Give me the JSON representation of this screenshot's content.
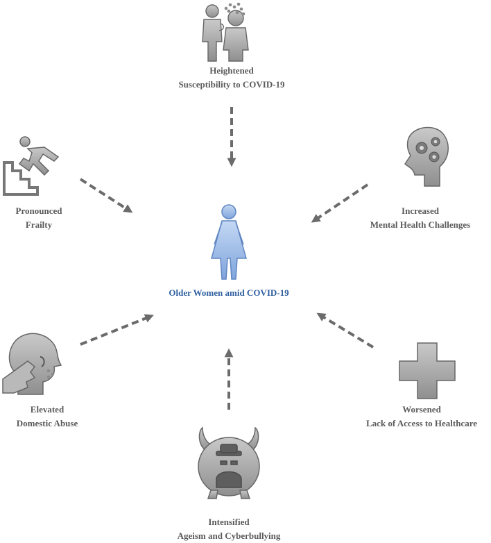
{
  "center": {
    "label": "Older Women amid COVID-19",
    "icon": "woman-icon"
  },
  "factors": {
    "susceptibility": {
      "line1": "Heightened",
      "line2": "Susceptibility to COVID-19",
      "icon": "people-sneeze-icon"
    },
    "mental": {
      "line1": "Increased",
      "line2": "Mental Health Challenges",
      "icon": "head-gears-icon"
    },
    "healthcare": {
      "line1": "Worsened",
      "line2": "Lack of Access to Healthcare",
      "icon": "medical-cross-icon"
    },
    "ageism": {
      "line1": "Intensified",
      "line2": "Ageism and Cyberbullying",
      "icon": "cyber-monster-icon"
    },
    "abuse": {
      "line1": "Elevated",
      "line2": "Domestic Abuse",
      "icon": "head-hand-abuse-icon"
    },
    "frailty": {
      "line1": "Pronounced",
      "line2": "Frailty",
      "icon": "falling-stairs-icon"
    }
  },
  "colors": {
    "center": "#2f5f9f",
    "woman": "#9ab8e6",
    "icon_gray": "#9a9a9a",
    "label_gray": "#5a5a5a",
    "arrow": "#6b6b6b"
  }
}
